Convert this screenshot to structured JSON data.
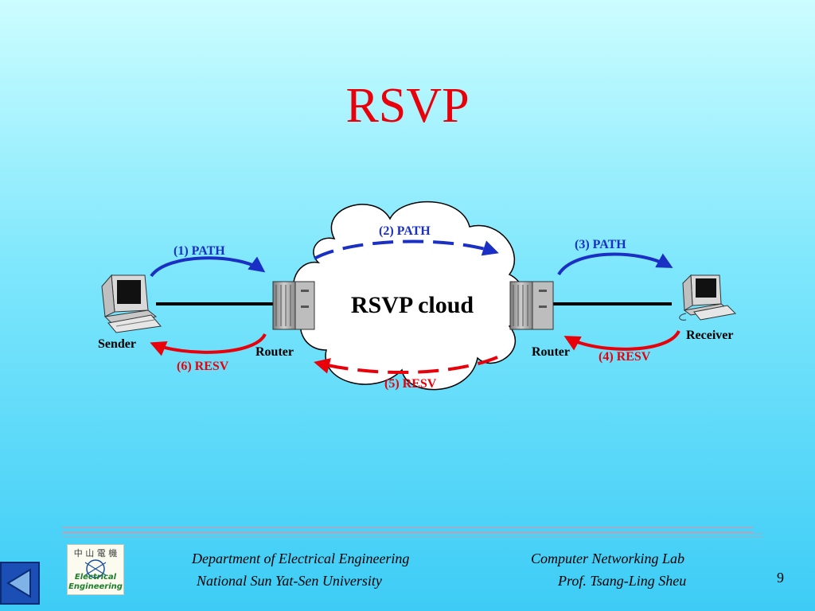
{
  "title": "RSVP",
  "diagram": {
    "cloud_label": "RSVP cloud",
    "nodes": {
      "sender": "Sender",
      "receiver": "Receiver",
      "router_left": "Router",
      "router_right": "Router"
    },
    "messages": {
      "path1": "(1) PATH",
      "path2": "(2) PATH",
      "path3": "(3) PATH",
      "resv4": "(4) RESV",
      "resv5": "(5) RESV",
      "resv6": "(6) RESV"
    },
    "colors": {
      "path": "#1a2fc4",
      "resv": "#e8000b"
    }
  },
  "footer": {
    "dept_line1": "Department of Electrical Engineering",
    "dept_line2": "National Sun Yat-Sen University",
    "lab_line1": "Computer Networking Lab",
    "lab_line2": "Prof. Tsang-Ling Sheu",
    "page_number": "9",
    "logo": {
      "chinese": "中 山 電 機",
      "english_line1": "Electrical",
      "english_line2": "Engineering"
    }
  }
}
